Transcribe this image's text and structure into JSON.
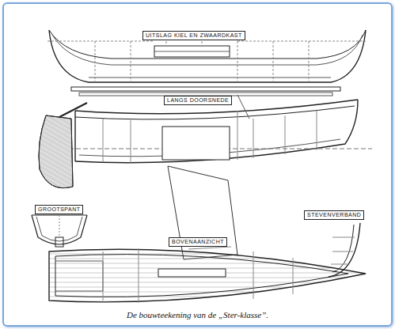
{
  "diagram": {
    "caption": "De bouwteekening van de „Ster-klasse”.",
    "nodes": [
      {
        "text": [
          "UITSLAG KIEL EN ZWAARDKAST"
        ]
      },
      {
        "text": [
          "LANGS DOORSNEDE"
        ]
      },
      {
        "text": [
          "STEVENVERBAND"
        ]
      },
      {
        "text": [
          "GROOTSPANT"
        ]
      },
      {
        "text": [
          "BOVENAANZICHT"
        ]
      }
    ]
  }
}
